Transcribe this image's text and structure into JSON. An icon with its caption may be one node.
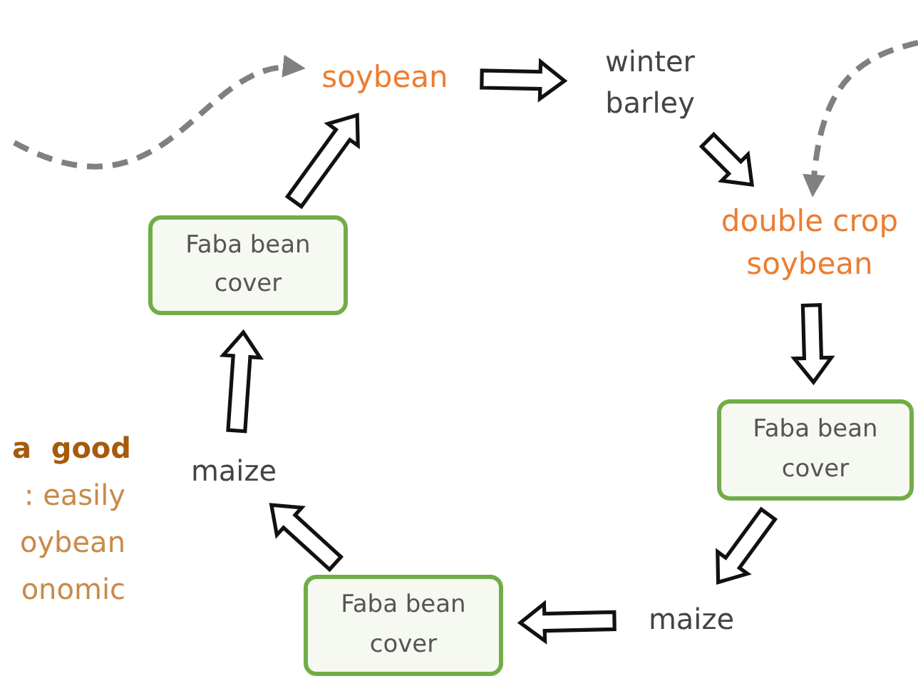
{
  "diagram": {
    "nodes": [
      {
        "text": [
          "soybean"
        ]
      },
      {
        "text": [
          "winter barley"
        ]
      },
      {
        "text": [
          "double crop soybean"
        ]
      },
      {
        "text": [
          "Faba bean cover"
        ]
      },
      {
        "text": [
          "maize"
        ]
      },
      {
        "text": [
          "Faba bean cover"
        ]
      },
      {
        "text": [
          "maize"
        ]
      },
      {
        "text": [
          "Faba bean cover"
        ]
      }
    ],
    "edges": [
      {
        "from": 0,
        "to": 1,
        "arrow": "to"
      },
      {
        "from": 1,
        "to": 2,
        "arrow": "to"
      },
      {
        "from": 2,
        "to": 3,
        "arrow": "to"
      },
      {
        "from": 3,
        "to": 4,
        "arrow": "to"
      },
      {
        "from": 4,
        "to": 5,
        "arrow": "to"
      },
      {
        "from": 5,
        "to": 6,
        "arrow": "to"
      },
      {
        "from": 6,
        "to": 7,
        "arrow": "to"
      },
      {
        "from": 7,
        "to": 0,
        "arrow": "to"
      },
      {
        "from": null,
        "to": 0,
        "arrow": "to",
        "style": "dashed",
        "color": "#808080"
      },
      {
        "from": null,
        "to": 2,
        "arrow": "to",
        "style": "dashed",
        "color": "#808080"
      }
    ],
    "labels": [
      "a  good",
      ": easily oybean onomic"
    ]
  }
}
